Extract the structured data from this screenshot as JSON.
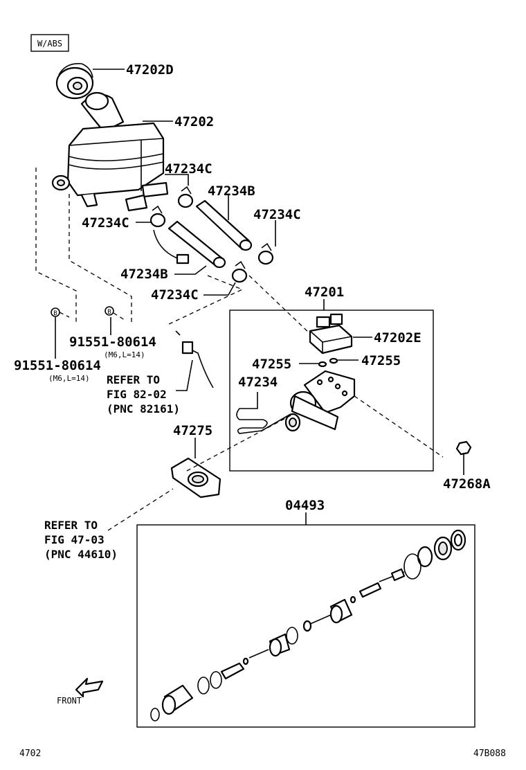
{
  "variant_tag": "W/ABS",
  "parts": {
    "cap": "47202D",
    "reservoir": "47202",
    "clamp_c1": "47234C",
    "hose_b1": "47234B",
    "clamp_c2": "47234C",
    "clamp_c3": "47234C",
    "hose_b2": "47234B",
    "clamp_c4": "47234C",
    "master_cyl_assy": "47201",
    "grommet": "47202E",
    "gasket_a": "47255",
    "gasket_b": "47255",
    "pipe": "47234",
    "seal": "47275",
    "nut": "47268A",
    "kit": "04493",
    "bolt_a": "91551-80614",
    "bolt_a_spec": "(M6,L=14)",
    "bolt_b": "91551-80614",
    "bolt_b_spec": "(M6,L=14)"
  },
  "bolt_markers": {
    "a": "B",
    "b": "B"
  },
  "refs": {
    "ref1": {
      "l1": "REFER TO",
      "l2": "FIG 82-02",
      "l3": "(PNC 82161)"
    },
    "ref2": {
      "l1": "REFER TO",
      "l2": "FIG 47-03",
      "l3": "(PNC 44610)"
    }
  },
  "front_label": "FRONT",
  "footer": {
    "left": "4702",
    "right": "47B088"
  }
}
